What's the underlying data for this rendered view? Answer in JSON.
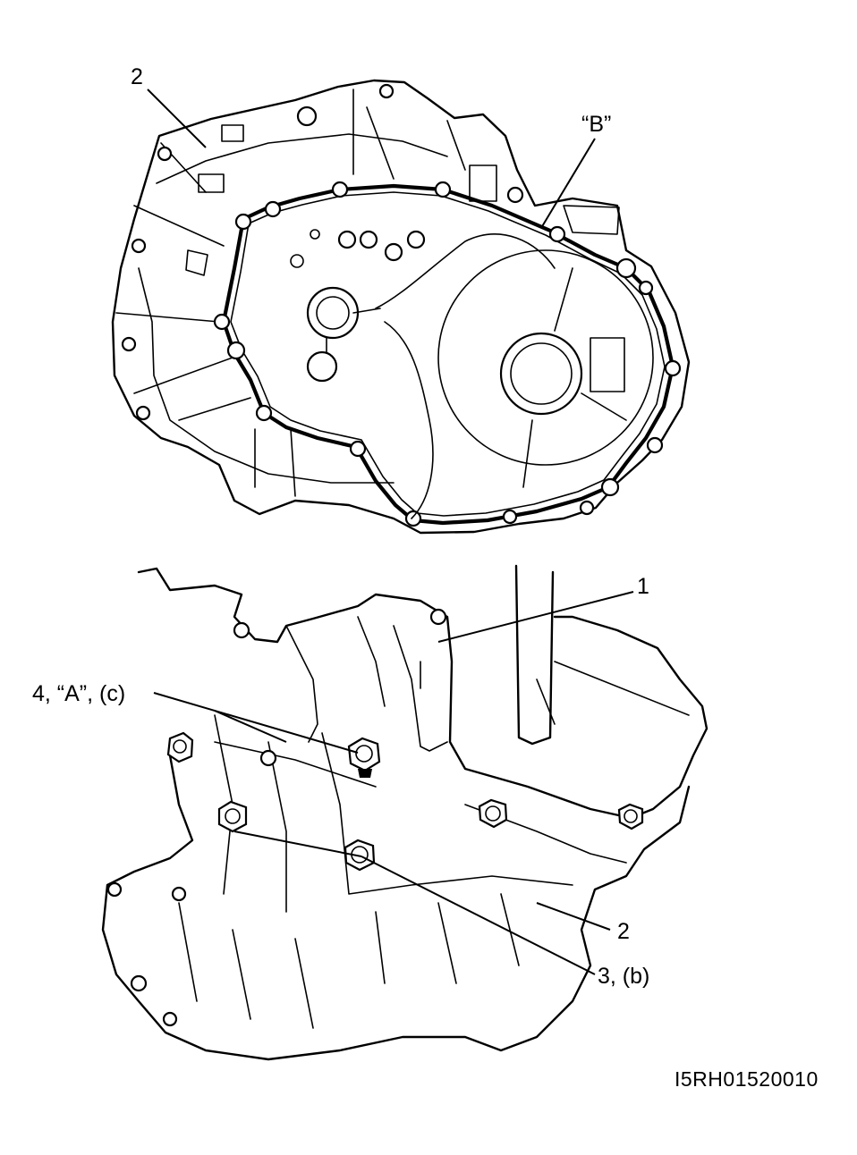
{
  "figure": {
    "image_code": "I5RH01520010"
  },
  "top_view": {
    "callouts": {
      "part_2": "2",
      "sealant_B": "“B”"
    }
  },
  "bottom_view": {
    "callouts": {
      "part_1": "1",
      "bolt_4": "4, “A”, (c)",
      "part_2": "2",
      "bolt_3": "3, (b)"
    }
  }
}
